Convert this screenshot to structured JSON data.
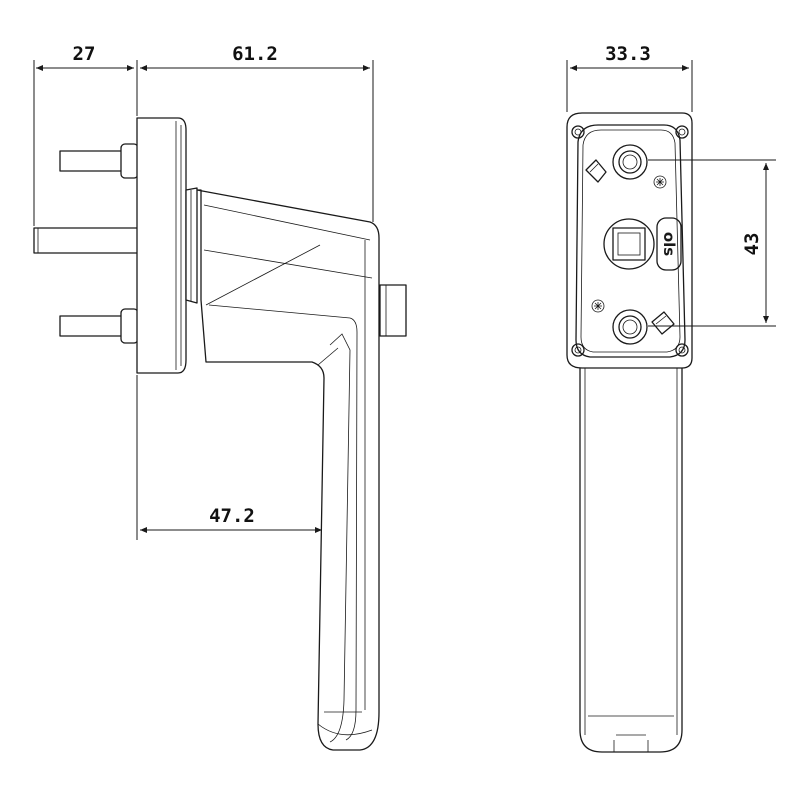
{
  "dimensions": {
    "spindle_length": "27",
    "handle_depth": "61.2",
    "lever_reach": "47.2",
    "rose_width": "33.3",
    "screw_spacing": "43"
  },
  "logo_text": "ols",
  "colors": {
    "line": "#1a1a1a",
    "background": "#ffffff"
  }
}
